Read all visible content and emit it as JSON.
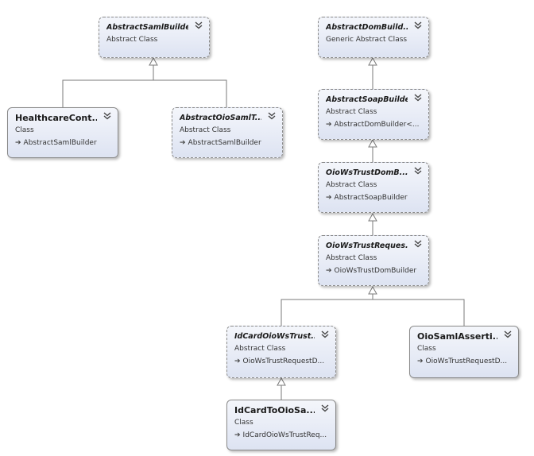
{
  "diagram": {
    "nodes": [
      {
        "id": "abstract-saml-builder",
        "name": "AbstractSamlBuilder",
        "kind": "Abstract Class",
        "base": "",
        "abstract": true
      },
      {
        "id": "healthcare-cont",
        "name": "HealthcareCont...",
        "kind": "Class",
        "base": "AbstractSamlBuilder",
        "abstract": false
      },
      {
        "id": "abstract-oio-saml",
        "name": "AbstractOioSamlT...",
        "kind": "Abstract Class",
        "base": "AbstractSamlBuilder",
        "abstract": true
      },
      {
        "id": "abstract-dom-build",
        "name": "AbstractDomBuild...",
        "kind": "Generic Abstract Class",
        "base": "",
        "abstract": true
      },
      {
        "id": "abstract-soap-builder",
        "name": "AbstractSoapBuilder",
        "kind": "Abstract Class",
        "base": "AbstractDomBuilder<...",
        "abstract": true
      },
      {
        "id": "oio-ws-trust-dom-b",
        "name": "OioWsTrustDomB...",
        "kind": "Abstract Class",
        "base": "AbstractSoapBuilder",
        "abstract": true
      },
      {
        "id": "oio-ws-trust-reques",
        "name": "OioWsTrustReques...",
        "kind": "Abstract Class",
        "base": "OioWsTrustDomBuilder",
        "abstract": true
      },
      {
        "id": "id-card-oio-ws-trust",
        "name": "IdCardOioWsTrust...",
        "kind": "Abstract Class",
        "base": "OioWsTrustRequestD...",
        "abstract": true
      },
      {
        "id": "oio-saml-asserti",
        "name": "OioSamlAsserti...",
        "kind": "Class",
        "base": "OioWsTrustRequestD...",
        "abstract": false
      },
      {
        "id": "id-card-to-oio-sa",
        "name": "IdCardToOioSa...",
        "kind": "Class",
        "base": "IdCardOioWsTrustReq...",
        "abstract": false
      }
    ],
    "icons": {
      "collapse": "double-chevron-down-icon",
      "inherit": "arrow-right-icon"
    },
    "colors": {
      "border": "#8a8a8a",
      "fill_top": "#f4f6fb",
      "fill_bottom": "#dde3f2",
      "edge": "#7a7a7a"
    }
  }
}
